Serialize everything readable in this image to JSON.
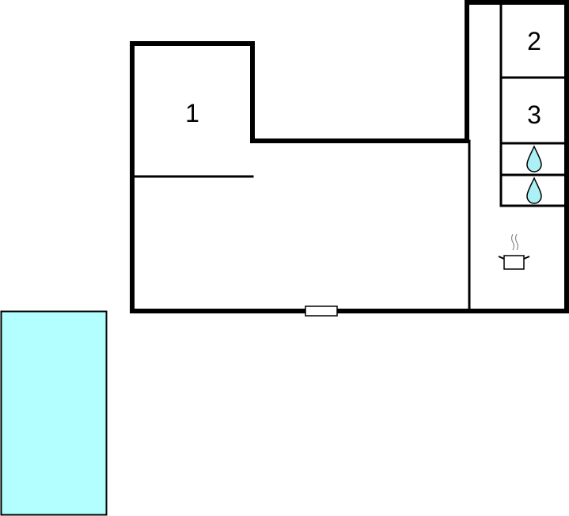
{
  "floorplan": {
    "rooms": [
      {
        "label": "1",
        "type": "bedroom"
      },
      {
        "label": "2",
        "type": "bedroom"
      },
      {
        "label": "3",
        "type": "bedroom"
      }
    ],
    "icons": [
      "water-drop-icon",
      "water-drop-icon",
      "cooking-pot-icon",
      "door-icon"
    ],
    "colors": {
      "wall": "#000000",
      "pool": "#b3ffff",
      "water_drop": "#aaf0f5"
    }
  }
}
